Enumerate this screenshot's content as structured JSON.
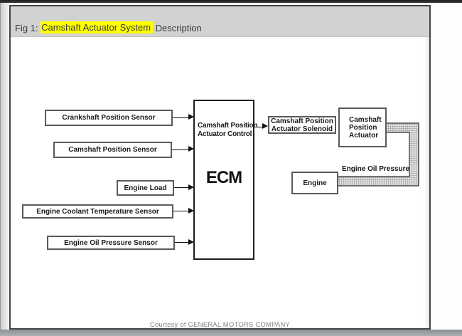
{
  "page": {
    "title": {
      "prefix": "Fig 1: ",
      "highlight": "Camshaft Actuator System",
      "suffix": " Description"
    },
    "courtesy": "Courtesy of GENERAL MOTORS COMPANY",
    "colors": {
      "highlight": "#ffff00",
      "header_bg": "#d2d2d2",
      "scrollbar": "#9aa0a4",
      "pipe_fill": "#e4e4e4",
      "pipe_grid": "#8f8f8f",
      "box_border": "#5a5a5a"
    }
  },
  "diagram": {
    "inputs": [
      {
        "label": "Crankshaft Position Sensor"
      },
      {
        "label": "Camshaft Position Sensor"
      },
      {
        "label": "Engine Load"
      },
      {
        "label": "Engine Coolant Temperature Sensor"
      },
      {
        "label": "Engine Oil Pressure Sensor"
      }
    ],
    "ecm": {
      "label": "ECM",
      "control_line1": "Camshaft Position",
      "control_line2": "Actuator Control"
    },
    "solenoid": {
      "line1": "Camshaft Position",
      "line2": "Actuator Solenoid"
    },
    "actuator": {
      "line1": "Camshaft",
      "line2": "Position",
      "line3": "Actuator"
    },
    "engine": {
      "label": "Engine"
    },
    "oil_pressure_label": "Engine Oil Pressure"
  }
}
